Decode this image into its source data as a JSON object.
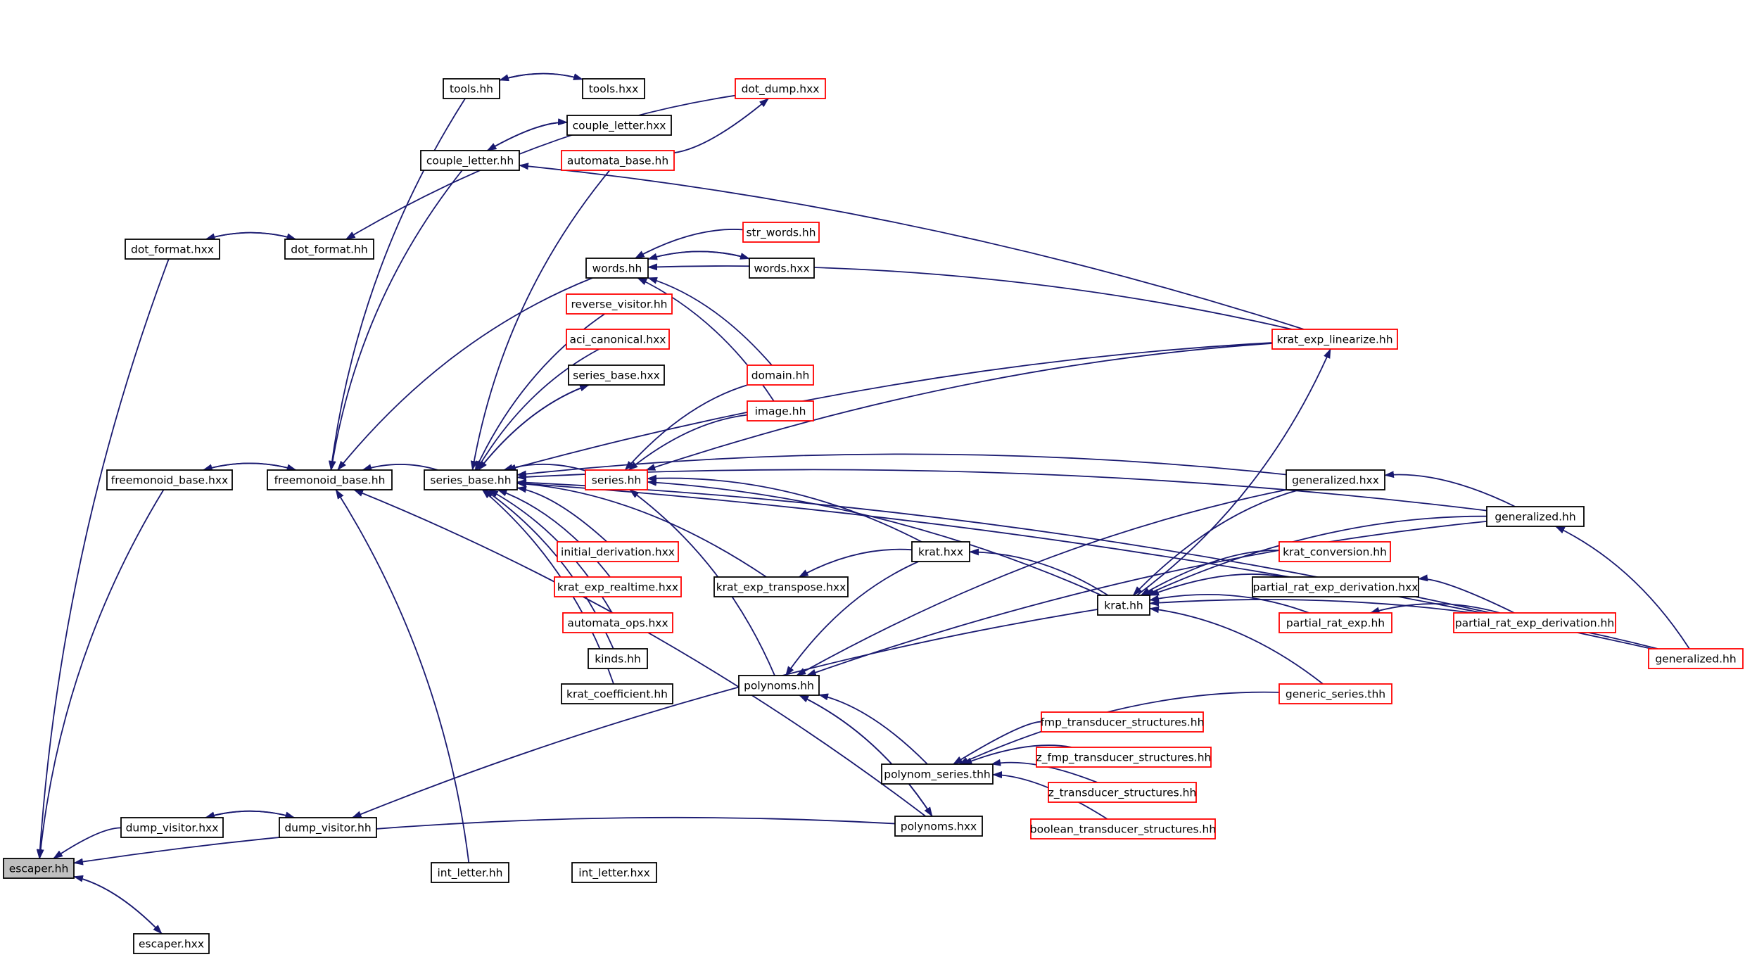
{
  "colors": {
    "edge": "#191970",
    "node_border": "#000000",
    "node_border_link": "#ff0000",
    "node_fill": "#ffffff",
    "root_fill": "#bfbfbf"
  },
  "nodes": [
    {
      "id": "escaper_hh",
      "label": "escaper.hh",
      "style": "root"
    },
    {
      "id": "escaper_hxx",
      "label": "escaper.hxx",
      "style": "normal"
    },
    {
      "id": "dump_visitor_hxx",
      "label": "dump_visitor.hxx",
      "style": "normal"
    },
    {
      "id": "dump_visitor_hh",
      "label": "dump_visitor.hh",
      "style": "normal"
    },
    {
      "id": "dot_format_hxx",
      "label": "dot_format.hxx",
      "style": "normal"
    },
    {
      "id": "dot_format_hh",
      "label": "dot_format.hh",
      "style": "normal"
    },
    {
      "id": "freemonoid_base_hxx",
      "label": "freemonoid_base.hxx",
      "style": "normal"
    },
    {
      "id": "freemonoid_base_hh",
      "label": "freemonoid_base.hh",
      "style": "normal"
    },
    {
      "id": "tools_hh",
      "label": "tools.hh",
      "style": "normal"
    },
    {
      "id": "tools_hxx",
      "label": "tools.hxx",
      "style": "normal"
    },
    {
      "id": "couple_letter_hh",
      "label": "couple_letter.hh",
      "style": "normal"
    },
    {
      "id": "couple_letter_hxx",
      "label": "couple_letter.hxx",
      "style": "normal"
    },
    {
      "id": "dot_dump_hxx",
      "label": "dot_dump.hxx",
      "style": "link"
    },
    {
      "id": "automata_base_hh",
      "label": "automata_base.hh",
      "style": "link"
    },
    {
      "id": "series_base_hh",
      "label": "series_base.hh",
      "style": "normal"
    },
    {
      "id": "words_hh",
      "label": "words.hh",
      "style": "normal"
    },
    {
      "id": "str_words_hh",
      "label": "str_words.hh",
      "style": "link"
    },
    {
      "id": "words_hxx",
      "label": "words.hxx",
      "style": "normal"
    },
    {
      "id": "reverse_visitor_hh",
      "label": "reverse_visitor.hh",
      "style": "link"
    },
    {
      "id": "aci_canonical_hxx",
      "label": "aci_canonical.hxx",
      "style": "link"
    },
    {
      "id": "series_base_hxx",
      "label": "series_base.hxx",
      "style": "normal"
    },
    {
      "id": "series_hh",
      "label": "series.hh",
      "style": "link"
    },
    {
      "id": "domain_hh",
      "label": "domain.hh",
      "style": "link"
    },
    {
      "id": "image_hh",
      "label": "image.hh",
      "style": "link"
    },
    {
      "id": "initial_derivation_hxx",
      "label": "initial_derivation.hxx",
      "style": "link"
    },
    {
      "id": "krat_exp_realtime_hxx",
      "label": "krat_exp_realtime.hxx",
      "style": "link"
    },
    {
      "id": "automata_ops_hxx",
      "label": "automata_ops.hxx",
      "style": "link"
    },
    {
      "id": "kinds_hh",
      "label": "kinds.hh",
      "style": "normal"
    },
    {
      "id": "krat_coefficient_hh",
      "label": "krat_coefficient.hh",
      "style": "normal"
    },
    {
      "id": "int_letter_hh",
      "label": "int_letter.hh",
      "style": "normal"
    },
    {
      "id": "int_letter_hxx",
      "label": "int_letter.hxx",
      "style": "normal"
    },
    {
      "id": "krat_exp_transpose_hxx",
      "label": "krat_exp_transpose.hxx",
      "style": "normal"
    },
    {
      "id": "krat_hxx",
      "label": "krat.hxx",
      "style": "normal"
    },
    {
      "id": "krat_hh",
      "label": "krat.hh",
      "style": "normal"
    },
    {
      "id": "polynoms_hh",
      "label": "polynoms.hh",
      "style": "normal"
    },
    {
      "id": "polynom_series_thh",
      "label": "polynom_series.thh",
      "style": "normal"
    },
    {
      "id": "polynoms_hxx",
      "label": "polynoms.hxx",
      "style": "normal"
    },
    {
      "id": "fmp_transducer_structures_hh",
      "label": "fmp_transducer_structures.hh",
      "style": "link"
    },
    {
      "id": "z_fmp_transducer_structures_hh",
      "label": "z_fmp_transducer_structures.hh",
      "style": "link"
    },
    {
      "id": "z_transducer_structures_hh",
      "label": "z_transducer_structures.hh",
      "style": "link"
    },
    {
      "id": "boolean_transducer_structures_hh",
      "label": "boolean_transducer_structures.hh",
      "style": "link"
    },
    {
      "id": "krat_exp_linearize_hh",
      "label": "krat_exp_linearize.hh",
      "style": "link"
    },
    {
      "id": "generalized_hxx",
      "label": "generalized.hxx",
      "style": "normal"
    },
    {
      "id": "generalized_hh",
      "label": "generalized.hh",
      "style": "normal"
    },
    {
      "id": "krat_conversion_hh",
      "label": "krat_conversion.hh",
      "style": "link"
    },
    {
      "id": "partial_rat_exp_derivation_hxx",
      "label": "partial_rat_exp_derivation.hxx",
      "style": "normal"
    },
    {
      "id": "partial_rat_exp_hh",
      "label": "partial_rat_exp.hh",
      "style": "link"
    },
    {
      "id": "partial_rat_exp_derivation_hh",
      "label": "partial_rat_exp_derivation.hh",
      "style": "link"
    },
    {
      "id": "generalized_hh_2",
      "label": "generalized.hh",
      "style": "link"
    },
    {
      "id": "generic_series_thh",
      "label": "generic_series.thh",
      "style": "link"
    }
  ],
  "edges": [
    [
      "escaper_hxx",
      "escaper_hh"
    ],
    [
      "escaper_hh",
      "escaper_hxx"
    ],
    [
      "dump_visitor_hxx",
      "escaper_hh"
    ],
    [
      "dot_format_hxx",
      "escaper_hh"
    ],
    [
      "freemonoid_base_hxx",
      "escaper_hh"
    ],
    [
      "polynoms_hxx",
      "escaper_hh"
    ],
    [
      "dump_visitor_hh",
      "dump_visitor_hxx"
    ],
    [
      "dump_visitor_hxx",
      "dump_visitor_hh"
    ],
    [
      "krat_hh",
      "dump_visitor_hh"
    ],
    [
      "dot_format_hh",
      "dot_format_hxx"
    ],
    [
      "dot_format_hxx",
      "dot_format_hh"
    ],
    [
      "dot_dump_hxx",
      "dot_format_hh"
    ],
    [
      "freemonoid_base_hh",
      "freemonoid_base_hxx"
    ],
    [
      "freemonoid_base_hxx",
      "freemonoid_base_hh"
    ],
    [
      "tools_hh",
      "freemonoid_base_hh"
    ],
    [
      "couple_letter_hh",
      "freemonoid_base_hh"
    ],
    [
      "words_hh",
      "freemonoid_base_hh"
    ],
    [
      "series_base_hh",
      "freemonoid_base_hh"
    ],
    [
      "int_letter_hh",
      "freemonoid_base_hh"
    ],
    [
      "polynoms_hxx",
      "freemonoid_base_hh"
    ],
    [
      "tools_hxx",
      "tools_hh"
    ],
    [
      "tools_hh",
      "tools_hxx"
    ],
    [
      "couple_letter_hxx",
      "couple_letter_hh"
    ],
    [
      "couple_letter_hh",
      "couple_letter_hxx"
    ],
    [
      "krat_exp_linearize_hh",
      "couple_letter_hh"
    ],
    [
      "automata_base_hh",
      "dot_dump_hxx"
    ],
    [
      "automata_base_hh",
      "series_base_hh"
    ],
    [
      "generalized_hh",
      "series_base_hh"
    ],
    [
      "reverse_visitor_hh",
      "series_base_hh"
    ],
    [
      "aci_canonical_hxx",
      "series_base_hh"
    ],
    [
      "series_base_hxx",
      "series_base_hh"
    ],
    [
      "series_base_hh",
      "series_base_hxx"
    ],
    [
      "series_hh",
      "series_base_hh"
    ],
    [
      "krat_exp_linearize_hh",
      "series_base_hh"
    ],
    [
      "generalized_hxx",
      "series_base_hh"
    ],
    [
      "initial_derivation_hxx",
      "series_base_hh"
    ],
    [
      "krat_exp_realtime_hxx",
      "series_base_hh"
    ],
    [
      "automata_ops_hxx",
      "series_base_hh"
    ],
    [
      "kinds_hh",
      "series_base_hh"
    ],
    [
      "krat_coefficient_hh",
      "series_base_hh"
    ],
    [
      "krat_exp_transpose_hxx",
      "series_base_hh"
    ],
    [
      "partial_rat_exp_derivation_hh",
      "series_base_hh"
    ],
    [
      "generalized_hh_2",
      "series_base_hh"
    ],
    [
      "str_words_hh",
      "words_hh"
    ],
    [
      "words_hxx",
      "words_hh"
    ],
    [
      "words_hh",
      "words_hxx"
    ],
    [
      "krat_exp_linearize_hh",
      "words_hh"
    ],
    [
      "domain_hh",
      "words_hh"
    ],
    [
      "image_hh",
      "words_hh"
    ],
    [
      "domain_hh",
      "series_hh"
    ],
    [
      "image_hh",
      "series_hh"
    ],
    [
      "krat_exp_linearize_hh",
      "series_hh"
    ],
    [
      "krat_hxx",
      "series_hh"
    ],
    [
      "krat_hh",
      "series_hh"
    ],
    [
      "polynoms_hh",
      "series_hh"
    ],
    [
      "krat_hxx",
      "krat_exp_transpose_hxx"
    ],
    [
      "krat_hh",
      "krat_hxx"
    ],
    [
      "krat_hh",
      "krat_exp_linearize_hh"
    ],
    [
      "generalized_hxx",
      "krat_hh"
    ],
    [
      "generalized_hh",
      "krat_hh"
    ],
    [
      "krat_conversion_hh",
      "krat_hh"
    ],
    [
      "partial_rat_exp_derivation_hxx",
      "krat_hh"
    ],
    [
      "partial_rat_exp_hh",
      "krat_hh"
    ],
    [
      "generalized_hh_2",
      "krat_hh"
    ],
    [
      "generic_series_thh",
      "krat_hh"
    ],
    [
      "krat_hxx",
      "polynoms_hh"
    ],
    [
      "generalized_hxx",
      "polynoms_hh"
    ],
    [
      "generalized_hh",
      "polynoms_hh"
    ],
    [
      "polynom_series_thh",
      "polynoms_hh"
    ],
    [
      "polynoms_hxx",
      "polynoms_hh"
    ],
    [
      "polynoms_hh",
      "polynoms_hxx"
    ],
    [
      "fmp_transducer_structures_hh",
      "polynom_series_thh"
    ],
    [
      "z_fmp_transducer_structures_hh",
      "polynom_series_thh"
    ],
    [
      "z_transducer_structures_hh",
      "polynom_series_thh"
    ],
    [
      "boolean_transducer_structures_hh",
      "polynom_series_thh"
    ],
    [
      "generic_series_thh",
      "polynom_series_thh"
    ],
    [
      "generalized_hh",
      "generalized_hxx"
    ],
    [
      "generalized_hh_2",
      "generalized_hh"
    ],
    [
      "partial_rat_exp_derivation_hh",
      "partial_rat_exp_hh"
    ],
    [
      "partial_rat_exp_derivation_hh",
      "partial_rat_exp_derivation_hxx"
    ]
  ]
}
